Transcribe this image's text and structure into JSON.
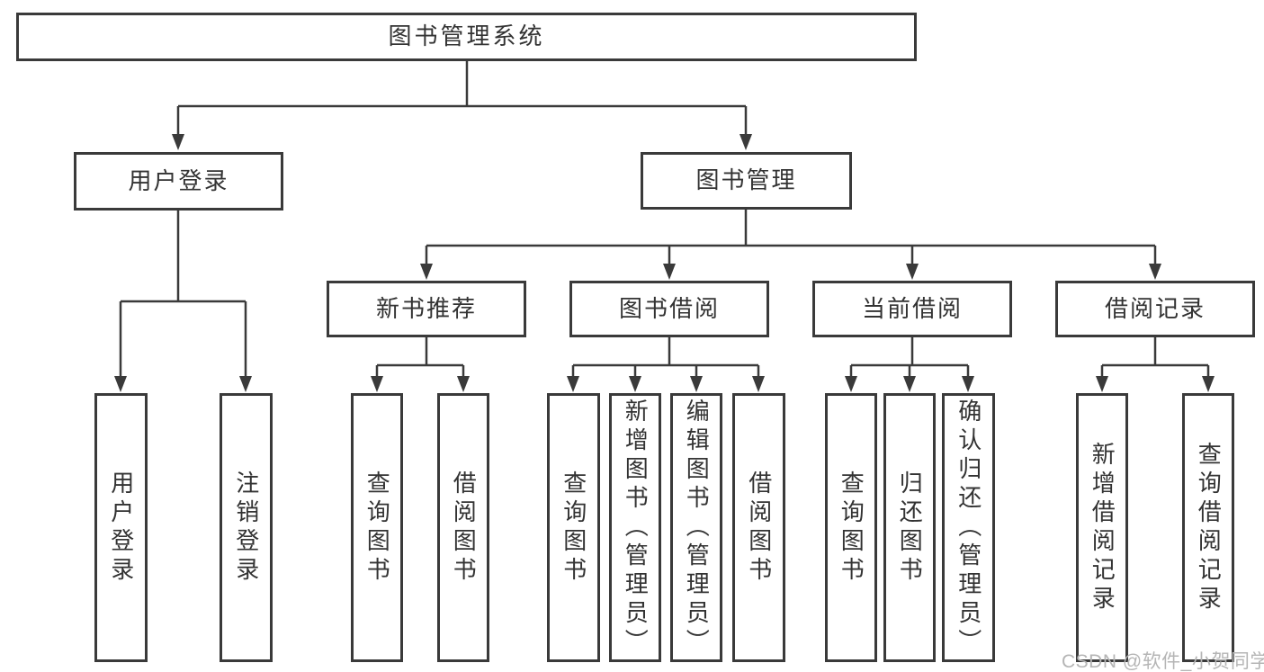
{
  "tree": {
    "label": "图书管理系统",
    "children": [
      {
        "label": "用户登录",
        "children": [
          {
            "label": "用户登录"
          },
          {
            "label": "注销登录"
          }
        ]
      },
      {
        "label": "图书管理",
        "children": [
          {
            "label": "新书推荐",
            "children": [
              {
                "label": "查询图书"
              },
              {
                "label": "借阅图书"
              }
            ]
          },
          {
            "label": "图书借阅",
            "children": [
              {
                "label": "查询图书"
              },
              {
                "label": "新增图书（管理员）"
              },
              {
                "label": "编辑图书（管理员）"
              },
              {
                "label": "借阅图书"
              }
            ]
          },
          {
            "label": "当前借阅",
            "children": [
              {
                "label": "查询图书"
              },
              {
                "label": "归还图书"
              },
              {
                "label": "确认归还（管理员）"
              }
            ]
          },
          {
            "label": "借阅记录",
            "children": [
              {
                "label": "新增借阅记录"
              },
              {
                "label": "查询借阅记录"
              }
            ]
          }
        ]
      }
    ]
  },
  "watermark": {
    "text": "CSDN @软件_小贺同学"
  },
  "colors": {
    "background": "#ffffff",
    "line": "#3a3a3a",
    "box_border": "#3a3a3a",
    "text": "#333333",
    "watermark": "#b5b5b5"
  }
}
